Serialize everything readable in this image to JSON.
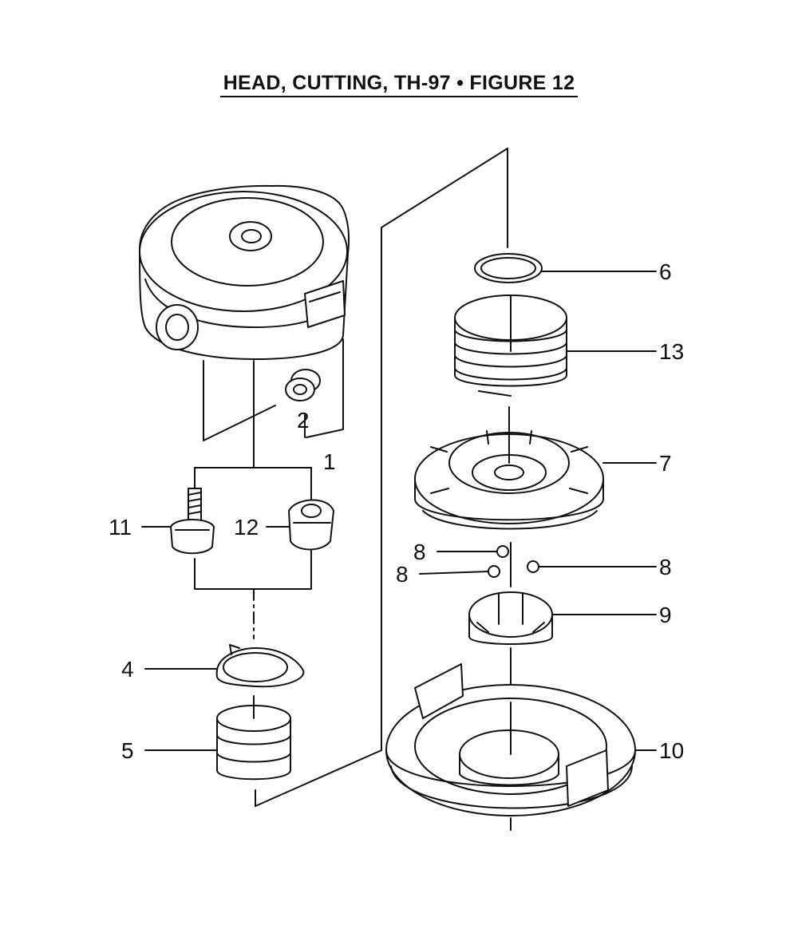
{
  "title": "HEAD, CUTTING, TH-97  •  FIGURE 12",
  "callouts": {
    "c1": "1",
    "c2": "2",
    "c4": "4",
    "c5": "5",
    "c6": "6",
    "c7": "7",
    "c8a": "8",
    "c8b": "8",
    "c8c": "8",
    "c9": "9",
    "c10": "10",
    "c11": "11",
    "c12": "12",
    "c13": "13"
  }
}
